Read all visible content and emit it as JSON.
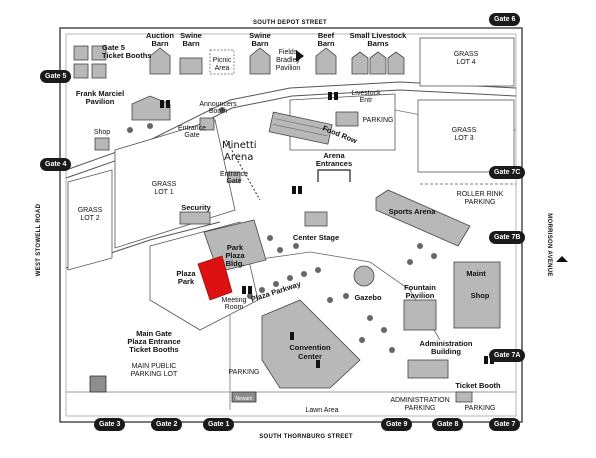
{
  "streets": {
    "north": "SOUTH DEPOT STREET",
    "south": "SOUTH THORNBURG STREET",
    "west": "WEST STOWELL ROAD",
    "east": "MORRISON AVENUE"
  },
  "gates": {
    "g1": "Gate 1",
    "g2": "Gate 2",
    "g3": "Gate 3",
    "g4": "Gate 4",
    "g5": "Gate 5",
    "g6": "Gate 6",
    "g7": "Gate 7",
    "g7a": "Gate 7A",
    "g7b": "Gate 7B",
    "g7c": "Gate 7C",
    "g8": "Gate 8",
    "g9": "Gate 9"
  },
  "labels": {
    "gate5_ticket_l1": "Gate 5",
    "gate5_ticket_l2": "Ticket Booths",
    "auction_l1": "Auction",
    "auction_l2": "Barn",
    "swine1_l1": "Swine",
    "swine1_l2": "Barn",
    "picnic_l1": "Picnic",
    "picnic_l2": "Area",
    "swine2_l1": "Swine",
    "swine2_l2": "Barn",
    "fields_l1": "Fields",
    "fields_l2": "Bradley",
    "fields_l3": "Pavilion",
    "beef_l1": "Beef",
    "beef_l2": "Barn",
    "small_l1": "Small Livestock",
    "small_l2": "Barns",
    "grass4_l1": "GRASS",
    "grass4_l2": "LOT 4",
    "frank_l1": "Frank Marciel",
    "frank_l2": "Pavilion",
    "announcers_l1": "Announcers",
    "announcers_l2": "Booth",
    "livestock_l1": "Livestock",
    "livestock_l2": "Entr",
    "parking_top": "PARKING",
    "shop": "Shop",
    "entrance_gate1_l1": "Entrance",
    "entrance_gate1_l2": "Gate",
    "minetti_l1": "Minetti",
    "minetti_l2": "Arena",
    "food_row": "Food Row",
    "grass3_l1": "GRASS",
    "grass3_l2": "LOT 3",
    "arena_ent_l1": "Arena",
    "arena_ent_l2": "Entrances",
    "entrance_gate2_l1": "Entrance",
    "entrance_gate2_l2": "Gate",
    "grass1_l1": "GRASS",
    "grass1_l2": "LOT 1",
    "roller_l1": "ROLLER RINK",
    "roller_l2": "PARKING",
    "grass2_l1": "GRASS",
    "grass2_l2": "LOT 2",
    "security": "Security",
    "sports_arena": "Sports Arena",
    "center_stage": "Center Stage",
    "park_plaza_l1": "Park",
    "park_plaza_l2": "Plaza",
    "park_plaza_l3": "Bldg.",
    "plaza_park_l1": "Plaza",
    "plaza_park_l2": "Park",
    "plaza_parkway": "Plaza Parkway",
    "meeting_l1": "Meeting",
    "meeting_l2": "Room",
    "gazebo": "Gazebo",
    "fountain_l1": "Fountain",
    "fountain_l2": "Pavilion",
    "maint_l1": "Maint",
    "maint_l2": "Shop",
    "main_gate_l1": "Main Gate",
    "main_gate_l2": "Plaza Entrance",
    "main_gate_l3": "Ticket Booths",
    "convention_l1": "Convention",
    "convention_l2": "Center",
    "admin_l1": "Administration",
    "admin_l2": "Building",
    "main_public_l1": "MAIN PUBLIC",
    "main_public_l2": "PARKING LOT",
    "parking_mid": "PARKING",
    "ticket_booth": "Ticket Booth",
    "admin_parking_l1": "ADMINISTRATION",
    "admin_parking_l2": "PARKING",
    "parking_right": "PARKING",
    "lawn_area": "Lawn Area",
    "newark_sign": "Newark"
  },
  "colors": {
    "highlight": "#dd1111",
    "building": "#b8b8b8",
    "gate_badge": "#1a1a1a"
  }
}
